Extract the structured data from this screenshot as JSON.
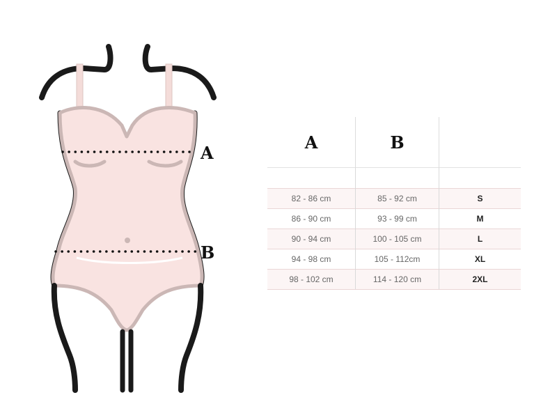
{
  "markers": {
    "a": "A",
    "b": "B"
  },
  "table": {
    "headers": [
      "A",
      "B",
      ""
    ],
    "rows": [
      {
        "a": "82 - 86 cm",
        "b": "85 - 92 cm",
        "size": "S"
      },
      {
        "a": "86 - 90 cm",
        "b": "93 - 99 cm",
        "size": "M"
      },
      {
        "a": "90 - 94 cm",
        "b": "100 - 105 cm",
        "size": "L"
      },
      {
        "a": "94 - 98 cm",
        "b": "105 - 112cm",
        "size": "XL"
      },
      {
        "a": "98 - 102 cm",
        "b": "114 - 120 cm",
        "size": "2XL"
      }
    ]
  },
  "colors": {
    "fabric": "#f9e3e1",
    "outline": "#cbb7b5",
    "strap": "#f4dcd9",
    "body-line": "#1a1a1a",
    "dots": "#111111"
  }
}
